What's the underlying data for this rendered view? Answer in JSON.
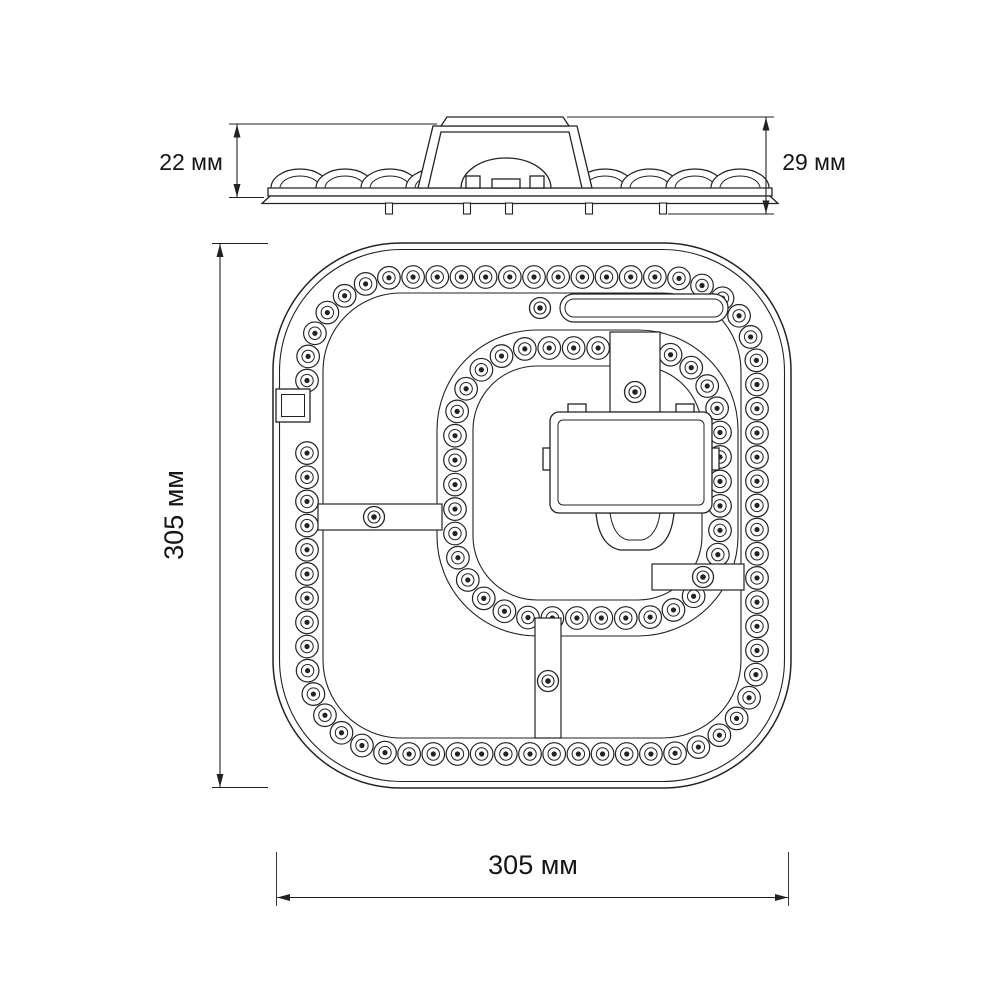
{
  "labels": {
    "side_height_left": "22 мм",
    "side_height_right": "29 мм",
    "plan_height": "305 мм",
    "plan_width": "305 мм"
  },
  "top_view": {
    "outer_led_count": 70,
    "inner_led_count": 38,
    "screw_boss_count": 5
  },
  "colors": {
    "line": "#222222",
    "background": "#ffffff",
    "text": "#151515"
  }
}
